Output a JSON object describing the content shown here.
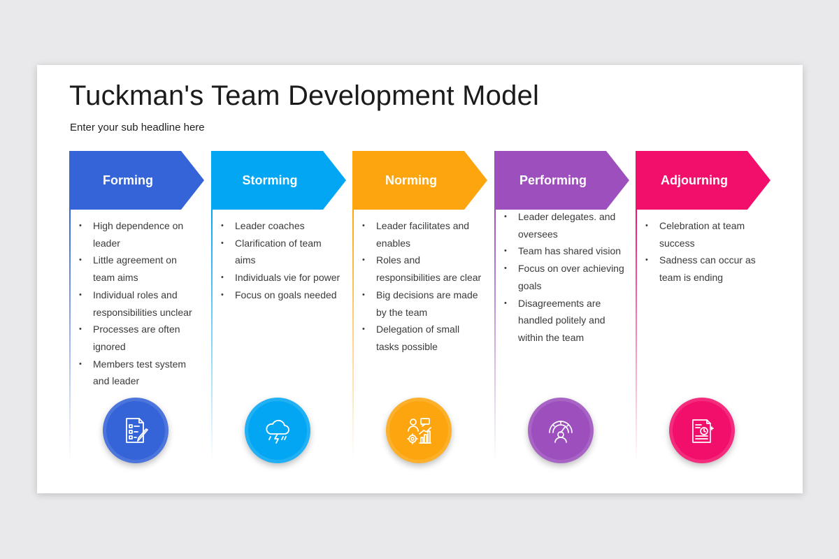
{
  "title": "Tuckman's Team Development Model",
  "subtitle": "Enter your sub headline here",
  "stages": [
    {
      "label": "Forming",
      "color": "#3563d8",
      "icon": "checklist-document-icon",
      "bullets": [
        "High dependence  on leader",
        "Little agreement  on team aims",
        "Individual roles and responsibilities unclear",
        "Processes  are often ignored",
        "Members test system and leader"
      ]
    },
    {
      "label": "Storming",
      "color": "#03a6f2",
      "icon": "storm-cloud-icon",
      "bullets": [
        "Leader coaches",
        "Clarification of team aims",
        "Individuals vie for power",
        "Focus on goals needed"
      ]
    },
    {
      "label": "Norming",
      "color": "#fda50f",
      "icon": "teamwork-chart-icon",
      "bullets": [
        "Leader facilitates and enables",
        "Roles and responsibilities are clear",
        "Big decisions are made by the team",
        "Delegation of small tasks possible"
      ]
    },
    {
      "label": "Performing",
      "color": "#9c4fbd",
      "icon": "performance-gauge-icon",
      "bullets": [
        "Leader delegates. and oversees",
        "Team has shared vision",
        "Focus on over achieving goals",
        "Disagreements are handled politely and within the team"
      ]
    },
    {
      "label": "Adjourning",
      "color": "#f20f6c",
      "icon": "completion-document-icon",
      "bullets": [
        "Celebration at team success",
        "Sadness can occur as team is ending"
      ]
    }
  ]
}
